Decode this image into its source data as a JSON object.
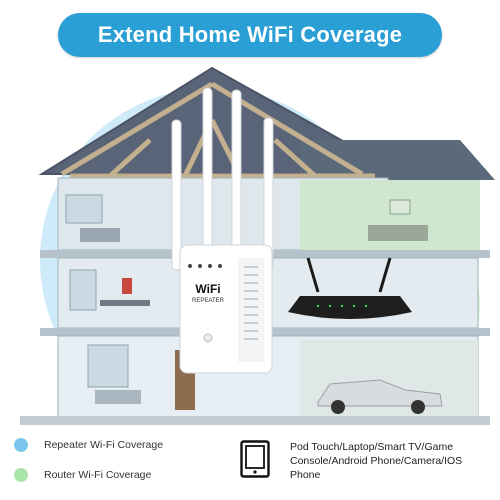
{
  "banner": {
    "title": "Extend Home WiFi Coverage"
  },
  "repeater": {
    "line1": "WiFi",
    "line2": "REPEATER"
  },
  "legend": {
    "repeater_label": "Repeater Wi-Fi Coverage",
    "router_label": "Router Wi-Fi Coverage",
    "devices_text": "Pod Touch/Laptop/Smart TV/Game Console/Android Phone/Camera/IOS Phone",
    "repeater_color": "#7cc6ee",
    "router_color": "#a8e6a9"
  },
  "icons": {
    "devices": "tablet-icon"
  }
}
